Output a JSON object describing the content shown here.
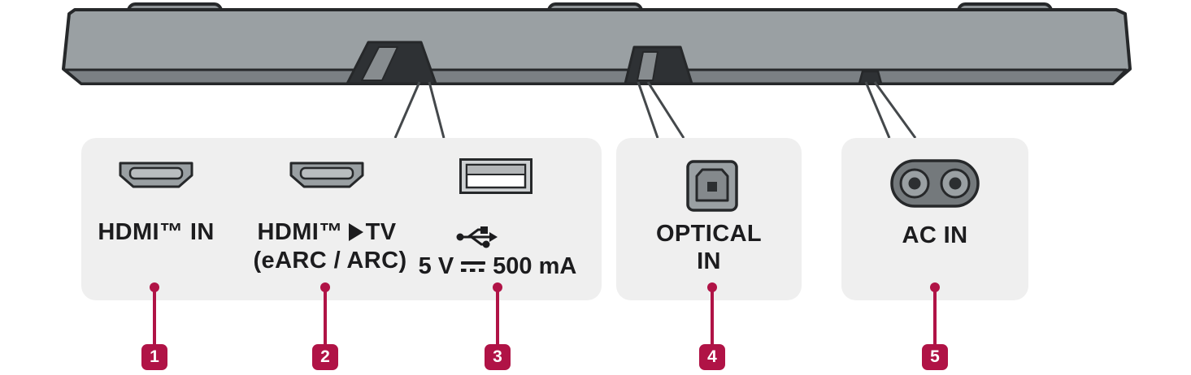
{
  "colors": {
    "accent": "#b01346"
  },
  "panels": {
    "hdmi_usb": {
      "hdmi_in_label": "HDMI™ IN",
      "hdmi_tv_label_left": "HDMI™",
      "hdmi_tv_label_right": "TV",
      "hdmi_tv_sublabel": "(eARC / ARC)",
      "usb_rating_left": "5 V",
      "usb_rating_right": "500 mA"
    },
    "optical": {
      "label_line1": "OPTICAL",
      "label_line2": "IN"
    },
    "ac": {
      "label": "AC IN"
    }
  },
  "callouts": [
    {
      "number": "1"
    },
    {
      "number": "2"
    },
    {
      "number": "3"
    },
    {
      "number": "4"
    },
    {
      "number": "5"
    }
  ]
}
